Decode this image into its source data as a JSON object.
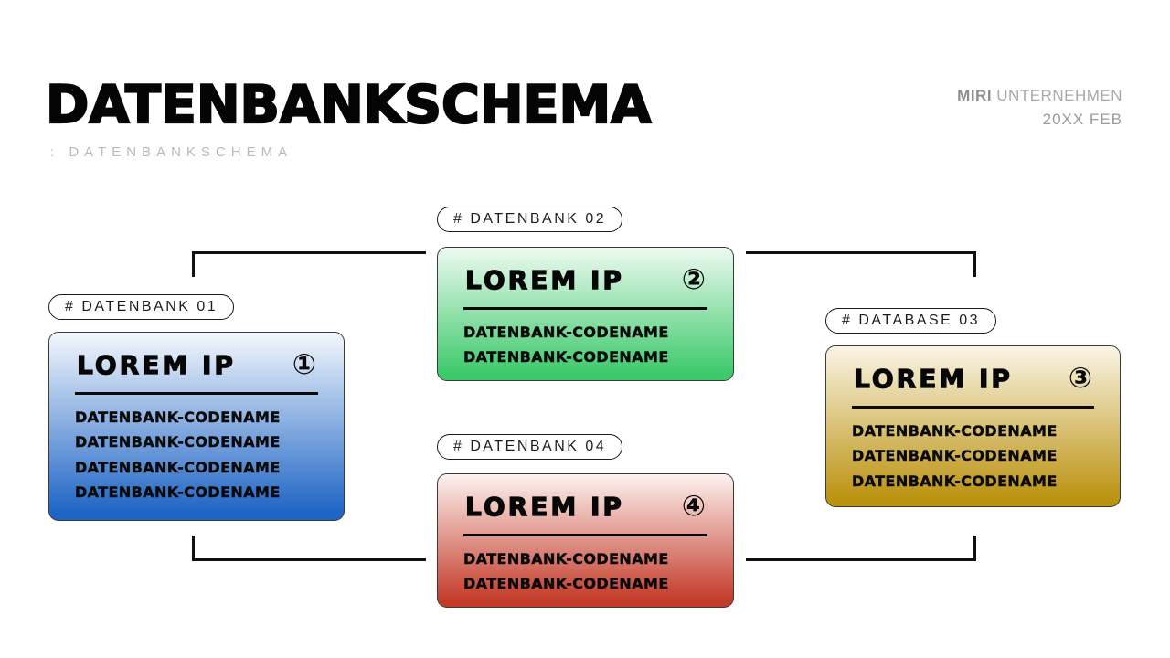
{
  "header": {
    "title": "DATENBANKSCHEMA",
    "subtitle": ": DATENBANKSCHEMA",
    "brand_bold": "MIRI",
    "brand_rest": " UNTERNEHMEN",
    "date": "20XX FEB"
  },
  "colors": {
    "background": "#ffffff",
    "line": "#111111",
    "text": "#0a0a0a",
    "muted_text": "#a9a9a9"
  },
  "boxes": [
    {
      "tag": "# DATENBANK 01",
      "title": "LOREM IP",
      "number": "①",
      "codenames": [
        "DATENBANK-CODENAME",
        "DATENBANK-CODENAME",
        "DATENBANK-CODENAME",
        "DATENBANK-CODENAME"
      ],
      "color_top": "#f4f8fd",
      "color_bottom": "#1f65c5"
    },
    {
      "tag": "# DATENBANK 02",
      "title": "LOREM IP",
      "number": "②",
      "codenames": [
        "DATENBANK-CODENAME",
        "DATENBANK-CODENAME"
      ],
      "color_top": "#edfaf0",
      "color_bottom": "#3cc96a"
    },
    {
      "tag": "# DATABASE 03",
      "title": "LOREM IP",
      "number": "③",
      "codenames": [
        "DATENBANK-CODENAME",
        "DATENBANK-CODENAME",
        "DATENBANK-CODENAME"
      ],
      "color_top": "#faf5e6",
      "color_bottom": "#bb9210"
    },
    {
      "tag": "# DATENBANK 04",
      "title": "LOREM IP",
      "number": "④",
      "codenames": [
        "DATENBANK-CODENAME",
        "DATENBANK-CODENAME"
      ],
      "color_top": "#fdf2ef",
      "color_bottom": "#c33a28"
    }
  ]
}
